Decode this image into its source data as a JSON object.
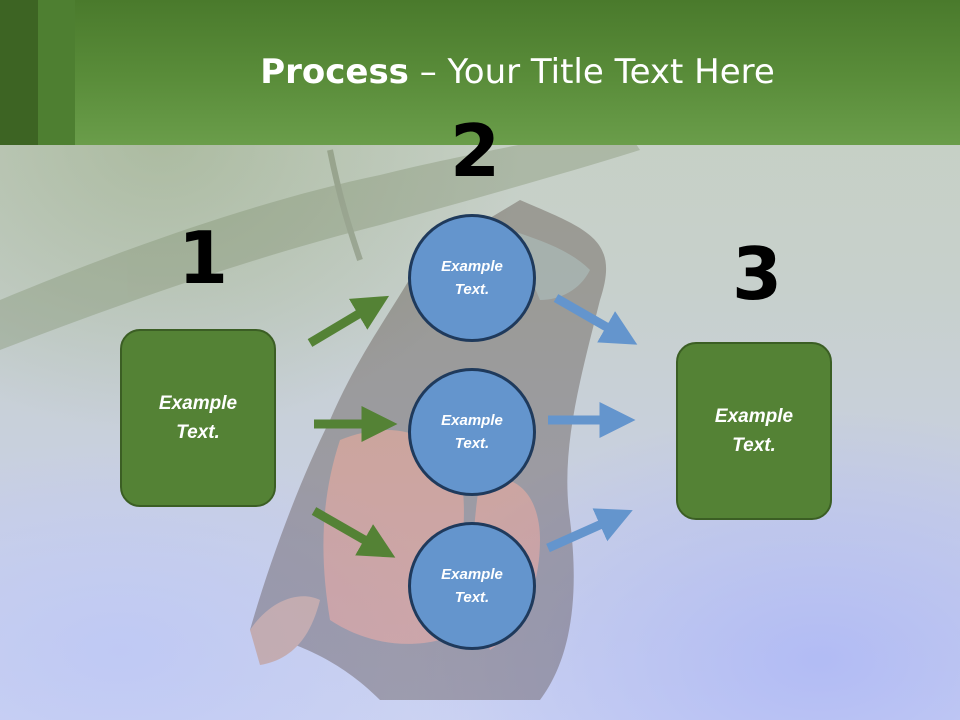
{
  "title": {
    "bold": "Process",
    "rest": " – Your Title Text Here"
  },
  "steps": [
    {
      "number": "1",
      "text": "Example\nText."
    },
    {
      "number": "2",
      "text": "Example\nText."
    },
    {
      "number": "3",
      "text": "Example\nText."
    }
  ],
  "circles": [
    {
      "text": "Example\nText."
    },
    {
      "text": "Example\nText."
    },
    {
      "text": "Example\nText."
    }
  ],
  "colors": {
    "header_green": "#5a8d3a",
    "box_green": "#548235",
    "circle_blue": "#6495cd",
    "arrow_green": "#548235",
    "arrow_blue": "#6495cd"
  }
}
